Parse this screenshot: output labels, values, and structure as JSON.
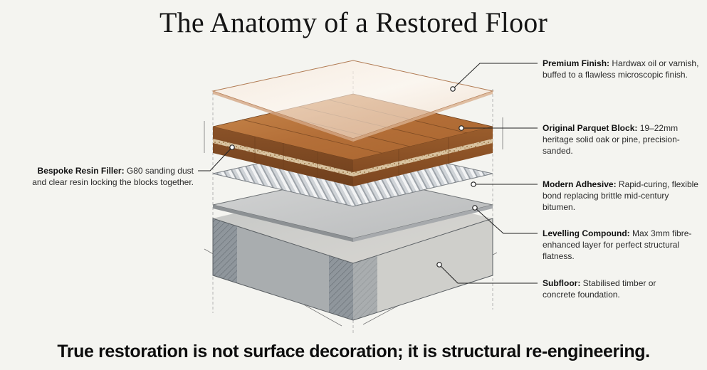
{
  "title": "The Anatomy of a Restored Floor",
  "tagline": "True restoration is not surface decoration; it is structural re-engineering.",
  "layers": [
    {
      "id": "finish",
      "name": "Premium Finish:",
      "description": "Hardwax oil or varnish, buffed to a flawless microscopic finish.",
      "side": "right"
    },
    {
      "id": "parquet",
      "name": "Original Parquet Block:",
      "description": "19–22mm heritage solid oak or pine, precision-sanded.",
      "side": "right"
    },
    {
      "id": "resin",
      "name": "Bespoke Resin Filler:",
      "description": "G80 sanding dust and clear resin locking the blocks together.",
      "side": "left"
    },
    {
      "id": "adhesive",
      "name": "Modern Adhesive:",
      "description": "Rapid-curing, flexible bond replacing brittle mid-century bitumen.",
      "side": "right"
    },
    {
      "id": "levelling",
      "name": "Levelling Compound:",
      "description": "Max 3mm fibre-enhanced layer for perfect structural flatness.",
      "side": "right"
    },
    {
      "id": "subfloor",
      "name": "Subfloor:",
      "description": "Stabilised timber or concrete foundation.",
      "side": "right"
    }
  ],
  "colors": {
    "background": "#f4f4f0",
    "wood": "#b9733b",
    "wood_dark": "#7e4a22",
    "glass": "#f3dcc8",
    "metal": "#c9ccd0",
    "concrete": "#b7b9b8",
    "leader": "#222222"
  }
}
